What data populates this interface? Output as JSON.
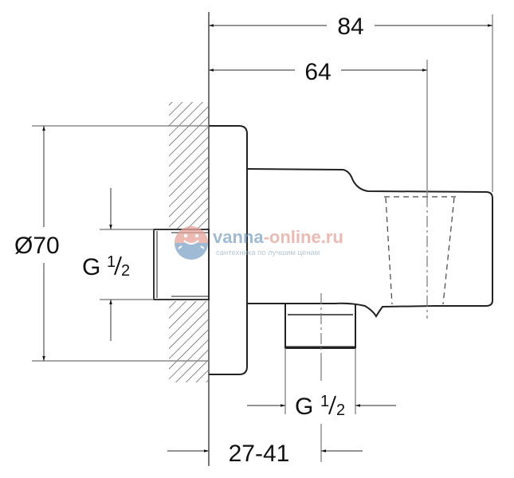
{
  "drawing": {
    "type": "technical dimension drawing",
    "subject": "wall outlet elbow with hand shower holder (side view)",
    "colors": {
      "line": "#222222",
      "dim_line": "#8a8a8a",
      "hatch": "#555555",
      "background": "#ffffff"
    }
  },
  "dimensions": {
    "overall_depth": {
      "label": "84",
      "value": 84
    },
    "holder_axis_depth": {
      "label": "64",
      "value": 64
    },
    "diameter": {
      "label": "Ø70",
      "value": 70
    },
    "inlet_thread": {
      "prefix": "G",
      "num": "1",
      "den": "2",
      "label": "G 1/2"
    },
    "outlet_thread": {
      "prefix": "G",
      "num": "1",
      "den": "2",
      "label": "G 1/2"
    },
    "wall_offset": {
      "label": "27-41",
      "min": 27,
      "max": 41
    }
  },
  "watermark": {
    "brand_part1": "vanna",
    "brand_part2": "-online.ru",
    "tagline": "сантехника по лучшим ценам",
    "colors": {
      "blue": "#7fa3c8",
      "red": "#e8a39a"
    }
  }
}
